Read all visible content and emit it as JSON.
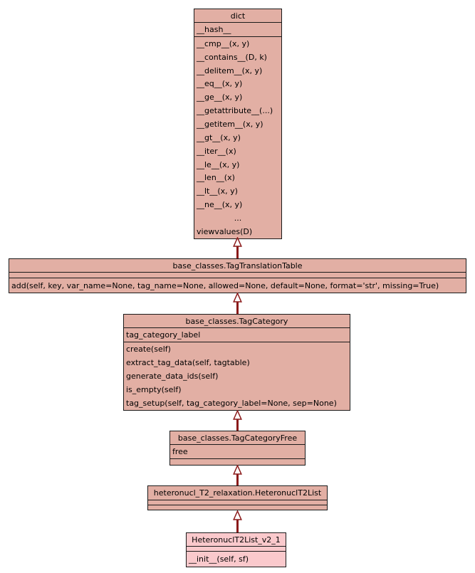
{
  "diagram": {
    "type": "uml-class-inheritance",
    "background_color": "#ffffff",
    "box_fill_color": "#e2afa4",
    "highlight_fill_color": "#fac9cc",
    "border_color": "#1a1a1a",
    "arrow_color": "#8b1a1a",
    "text_color": "#000000"
  },
  "classes": [
    {
      "title": "dict",
      "attributes": [
        "__hash__"
      ],
      "methods": [
        "__cmp__(x, y)",
        "__contains__(D, k)",
        "__delitem__(x, y)",
        "__eq__(x, y)",
        "__ge__(x, y)",
        "__getattribute__(...)",
        "__getitem__(x, y)",
        "__gt__(x, y)",
        "__iter__(x)",
        "__le__(x, y)",
        "__len__(x)",
        "__lt__(x, y)",
        "__ne__(x, y)",
        "...",
        "viewvalues(D)"
      ]
    },
    {
      "title": "base_classes.TagTranslationTable",
      "attributes": [],
      "methods": [
        "add(self, key, var_name=None, tag_name=None, allowed=None, default=None, format='str', missing=True)"
      ]
    },
    {
      "title": "base_classes.TagCategory",
      "attributes": [
        "tag_category_label"
      ],
      "methods": [
        "create(self)",
        "extract_tag_data(self, tagtable)",
        "generate_data_ids(self)",
        "is_empty(self)",
        "tag_setup(self, tag_category_label=None, sep=None)"
      ]
    },
    {
      "title": "base_classes.TagCategoryFree",
      "attributes": [
        "free"
      ],
      "methods": []
    },
    {
      "title": "heteronucl_T2_relaxation.HeteronuclT2List",
      "attributes": [],
      "methods": []
    },
    {
      "title": "HeteronuclT2List_v2_1",
      "attributes": [],
      "methods": [
        "__init__(self, sf)"
      ],
      "highlighted": true
    }
  ],
  "relations": [
    {
      "child": "base_classes.TagTranslationTable",
      "parent": "dict",
      "type": "inheritance"
    },
    {
      "child": "base_classes.TagCategory",
      "parent": "base_classes.TagTranslationTable",
      "type": "inheritance"
    },
    {
      "child": "base_classes.TagCategoryFree",
      "parent": "base_classes.TagCategory",
      "type": "inheritance"
    },
    {
      "child": "heteronucl_T2_relaxation.HeteronuclT2List",
      "parent": "base_classes.TagCategoryFree",
      "type": "inheritance"
    },
    {
      "child": "HeteronuclT2List_v2_1",
      "parent": "heteronucl_T2_relaxation.HeteronuclT2List",
      "type": "inheritance"
    }
  ]
}
